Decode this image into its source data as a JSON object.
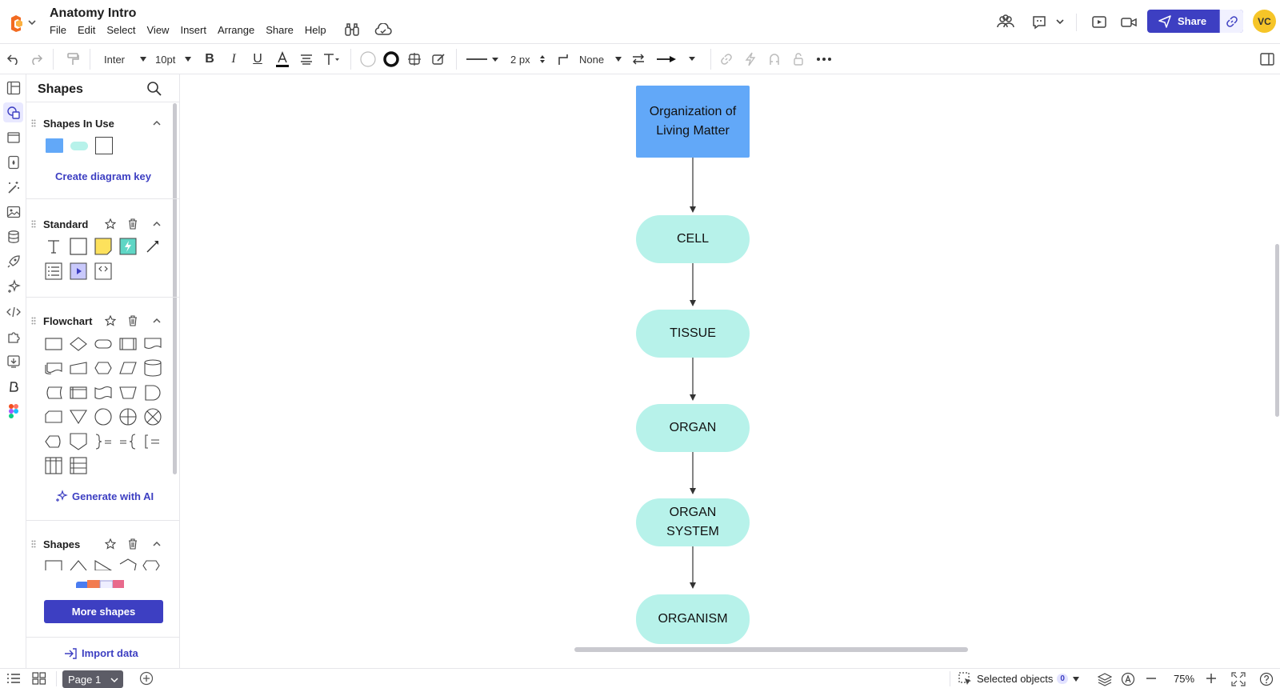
{
  "app": {
    "doc_title": "Anatomy Intro",
    "menu": [
      "File",
      "Edit",
      "Select",
      "View",
      "Insert",
      "Arrange",
      "Share",
      "Help"
    ],
    "share_label": "Share",
    "avatar_initials": "VC",
    "accent": "#3d3fc2"
  },
  "toolbar": {
    "font": "Inter",
    "font_size": "10pt",
    "line_width": "2 px",
    "line_end": "None"
  },
  "panel": {
    "title": "Shapes",
    "sections": {
      "in_use": "Shapes In Use",
      "standard": "Standard",
      "flowchart": "Flowchart",
      "shapes": "Shapes"
    },
    "create_key": "Create diagram key",
    "generate_ai": "Generate with AI",
    "more_shapes": "More shapes",
    "import_data": "Import data"
  },
  "diagram": {
    "root": "Organization of Living Matter",
    "nodes": [
      "CELL",
      "TISSUE",
      "ORGAN",
      "ORGAN SYSTEM",
      "ORGANISM"
    ],
    "root_color": "#62a8f8",
    "node_color": "#b7f2ea"
  },
  "bottom": {
    "page": "Page 1",
    "selected_label": "Selected objects",
    "selected_count": "0",
    "zoom": "75%"
  }
}
